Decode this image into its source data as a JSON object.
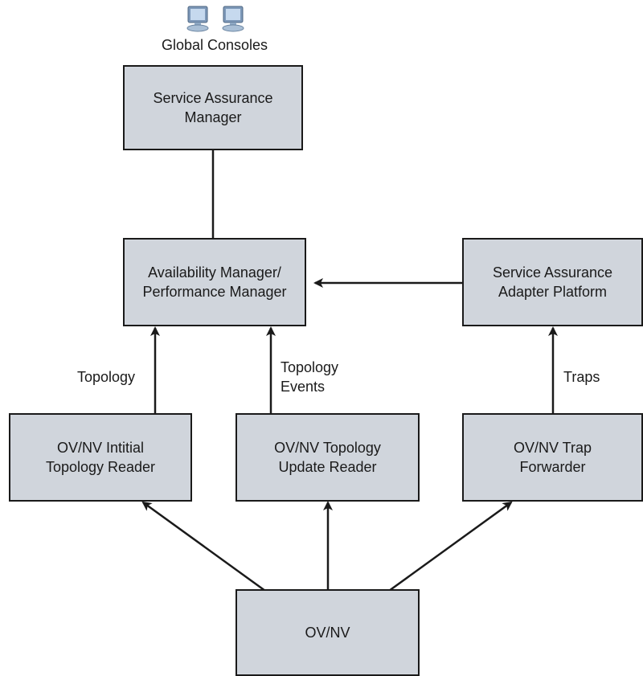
{
  "consoles": {
    "icon": "desktop-computer-icon",
    "label": "Global Consoles"
  },
  "nodes": {
    "sam": "Service Assurance\nManager",
    "apm": "Availability Manager/\nPerformance Manager",
    "sap": "Service Assurance\nAdapter Platform",
    "itr": "OV/NV Intitial\nTopology Reader",
    "tur": "OV/NV Topology\nUpdate Reader",
    "trap": "OV/NV Trap\nForwarder",
    "ovnv": "OV/NV"
  },
  "edge_labels": {
    "topology": "Topology",
    "topology_events": "Topology\nEvents",
    "traps": "Traps"
  },
  "colors": {
    "box_fill": "#d0d5dc",
    "line": "#1a1a1a"
  }
}
